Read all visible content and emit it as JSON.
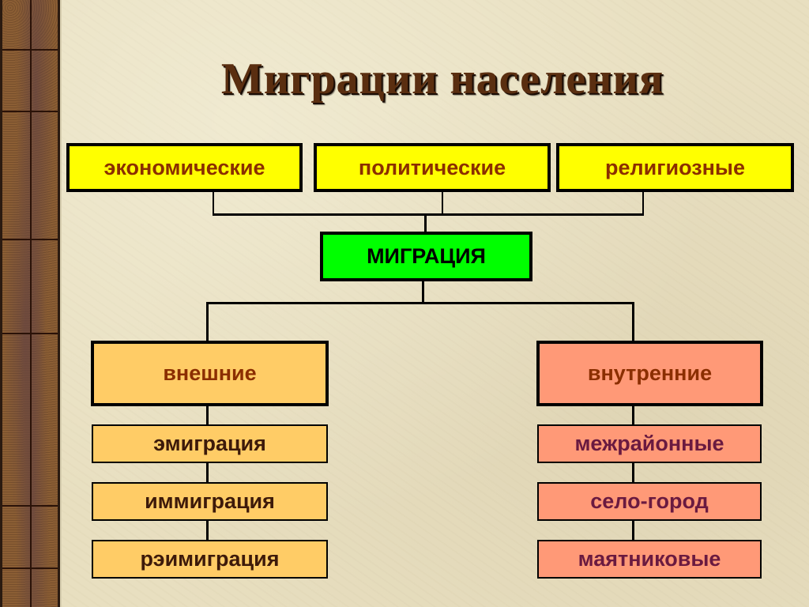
{
  "slide": {
    "title": "Миграции населения"
  },
  "diagram": {
    "causes": [
      {
        "label": "экономические"
      },
      {
        "label": "политические"
      },
      {
        "label": "религиозные"
      }
    ],
    "center": {
      "label": "МИГРАЦИЯ"
    },
    "categories": [
      {
        "label": "внешние",
        "items": [
          "эмиграция",
          "иммиграция",
          "рэимиграция"
        ]
      },
      {
        "label": "внутренние",
        "items": [
          "межрайонные",
          "село-город",
          "маятниковые"
        ]
      }
    ]
  },
  "colors": {
    "cause_fill": "#ffff00",
    "center_fill": "#00ff00",
    "external_fill": "#ffcc66",
    "internal_fill": "#ff9977",
    "title_color": "#5a2e10"
  }
}
